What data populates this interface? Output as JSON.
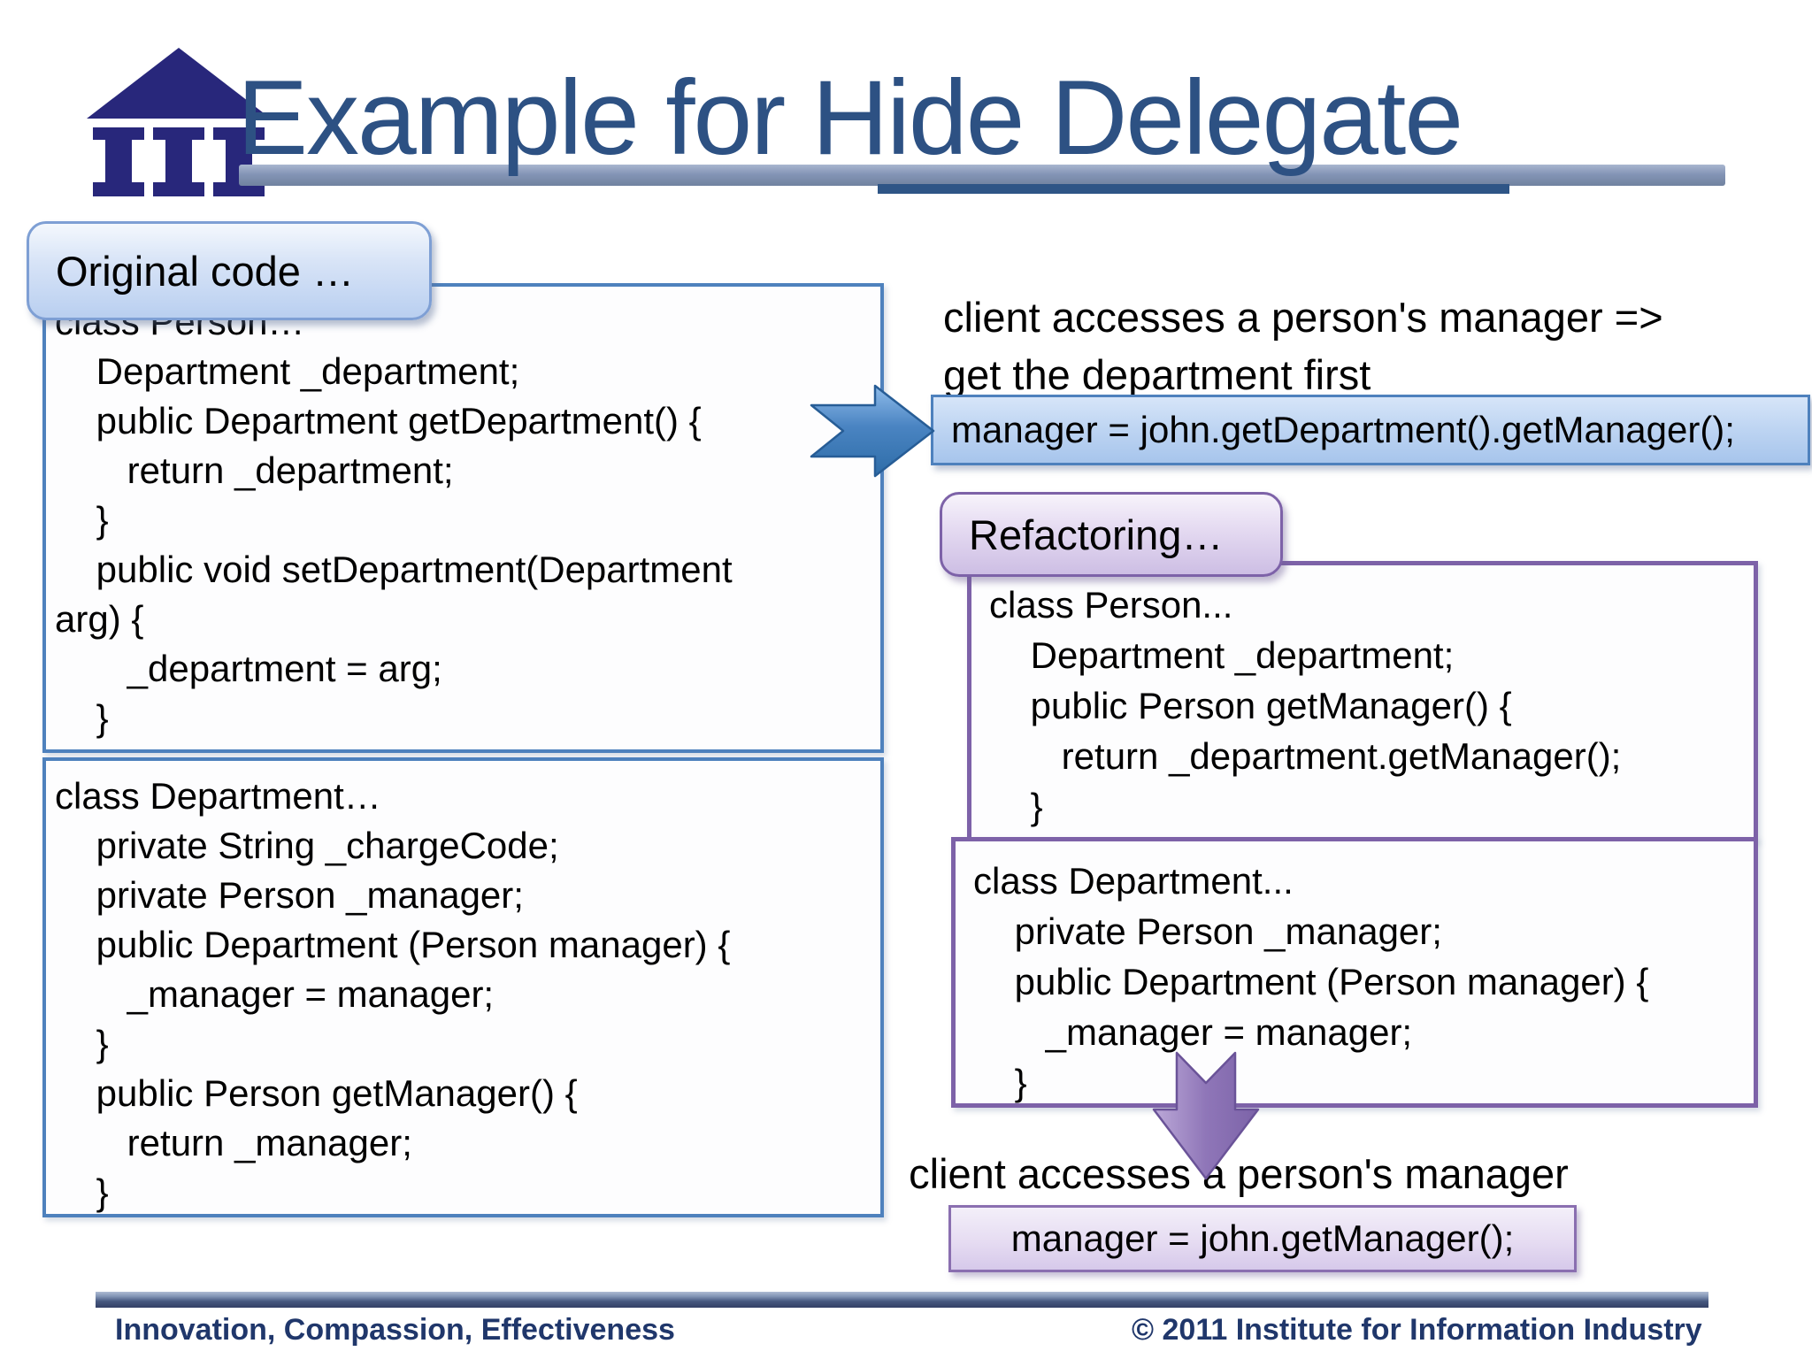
{
  "title": "Example for Hide Delegate",
  "callouts": {
    "original": "Original code …",
    "refactoring": "Refactoring…"
  },
  "annotations": {
    "client_before_line1": "client accesses a person's manager =>",
    "client_before_line2": "get the department first",
    "client_after": "client accesses a person's manager"
  },
  "highlights": {
    "code_before": "manager = john.getDepartment().getManager();",
    "code_after": "manager = john.getManager();"
  },
  "code": {
    "left_person": [
      "class Person…",
      "    Department _department;",
      "    public Department getDepartment() {",
      "       return _department;",
      "    }",
      "    public void setDepartment(Department",
      "arg) {",
      "       _department = arg;",
      "    }"
    ],
    "left_department": [
      "class Department…",
      "    private String _chargeCode;",
      "    private Person _manager;",
      "    public Department (Person manager) {",
      "       _manager = manager;",
      "    }",
      "    public Person getManager() {",
      "       return _manager;",
      "    }"
    ],
    "right_person": [
      "class Person...",
      "    Department _department;",
      "    public Person getManager() {",
      "       return _department.getManager();",
      "    }"
    ],
    "right_department": [
      "class Department...",
      "    private Person _manager;",
      "    public Department (Person manager) {",
      "       _manager = manager;",
      "    }"
    ]
  },
  "footer": {
    "motto": "Innovation, Compassion, Effectiveness",
    "copyright": "© 2011 Institute for Information Industry"
  },
  "icons": {
    "logo": "institution-temple-icon",
    "right_arrow": "notched-right-arrow",
    "down_arrow": "notched-down-arrow"
  },
  "colors": {
    "title_text": "#2D5183",
    "navy_logo": "#28277B",
    "blue_border": "#4E81BD",
    "blue_callout_fill": "#C9DBF4",
    "blue_highlight_fill": "#BBD3F2",
    "purple_border": "#7D62A8",
    "purple_callout_fill": "#DCCFEC",
    "purple_highlight_fill": "#E4DAF0",
    "footer_text": "#20376B",
    "divider_bar": "#46587F"
  }
}
